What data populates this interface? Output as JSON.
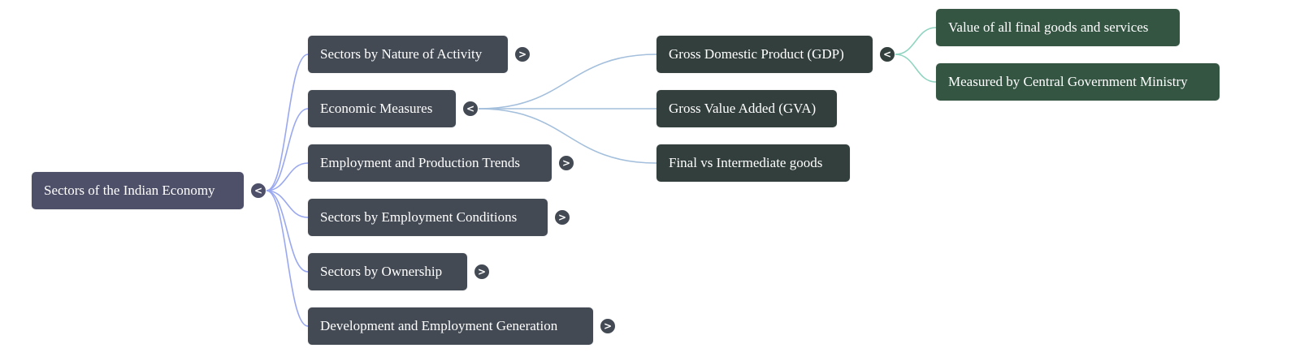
{
  "mindmap": {
    "root": {
      "label": "Sectors of the Indian Economy",
      "toggle": "<",
      "expanded": true
    },
    "branches": [
      {
        "label": "Sectors by Nature of Activity",
        "toggle": ">",
        "expanded": false,
        "children": []
      },
      {
        "label": "Economic Measures",
        "toggle": "<",
        "expanded": true,
        "children": [
          {
            "label": "Gross Domestic Product (GDP)",
            "toggle": "<",
            "expanded": true,
            "children": [
              {
                "label": "Value of all final goods and services"
              },
              {
                "label": "Measured by Central Government Ministry"
              }
            ]
          },
          {
            "label": "Gross Value Added (GVA)"
          },
          {
            "label": "Final vs Intermediate goods"
          }
        ]
      },
      {
        "label": "Employment and Production Trends",
        "toggle": ">",
        "expanded": false,
        "children": []
      },
      {
        "label": "Sectors by Employment Conditions",
        "toggle": ">",
        "expanded": false,
        "children": []
      },
      {
        "label": "Sectors by Ownership",
        "toggle": ">",
        "expanded": false,
        "children": []
      },
      {
        "label": "Development and Employment Generation",
        "toggle": ">",
        "expanded": false,
        "children": []
      }
    ]
  },
  "colors": {
    "root_node": "#4e5069",
    "level1_node": "#434a54",
    "level2_node": "#323f3c",
    "level3_node": "#355543",
    "root_links": "#9aa8f0",
    "level1_links": "#a3bfdc",
    "level2_links": "#8fd4c0"
  }
}
